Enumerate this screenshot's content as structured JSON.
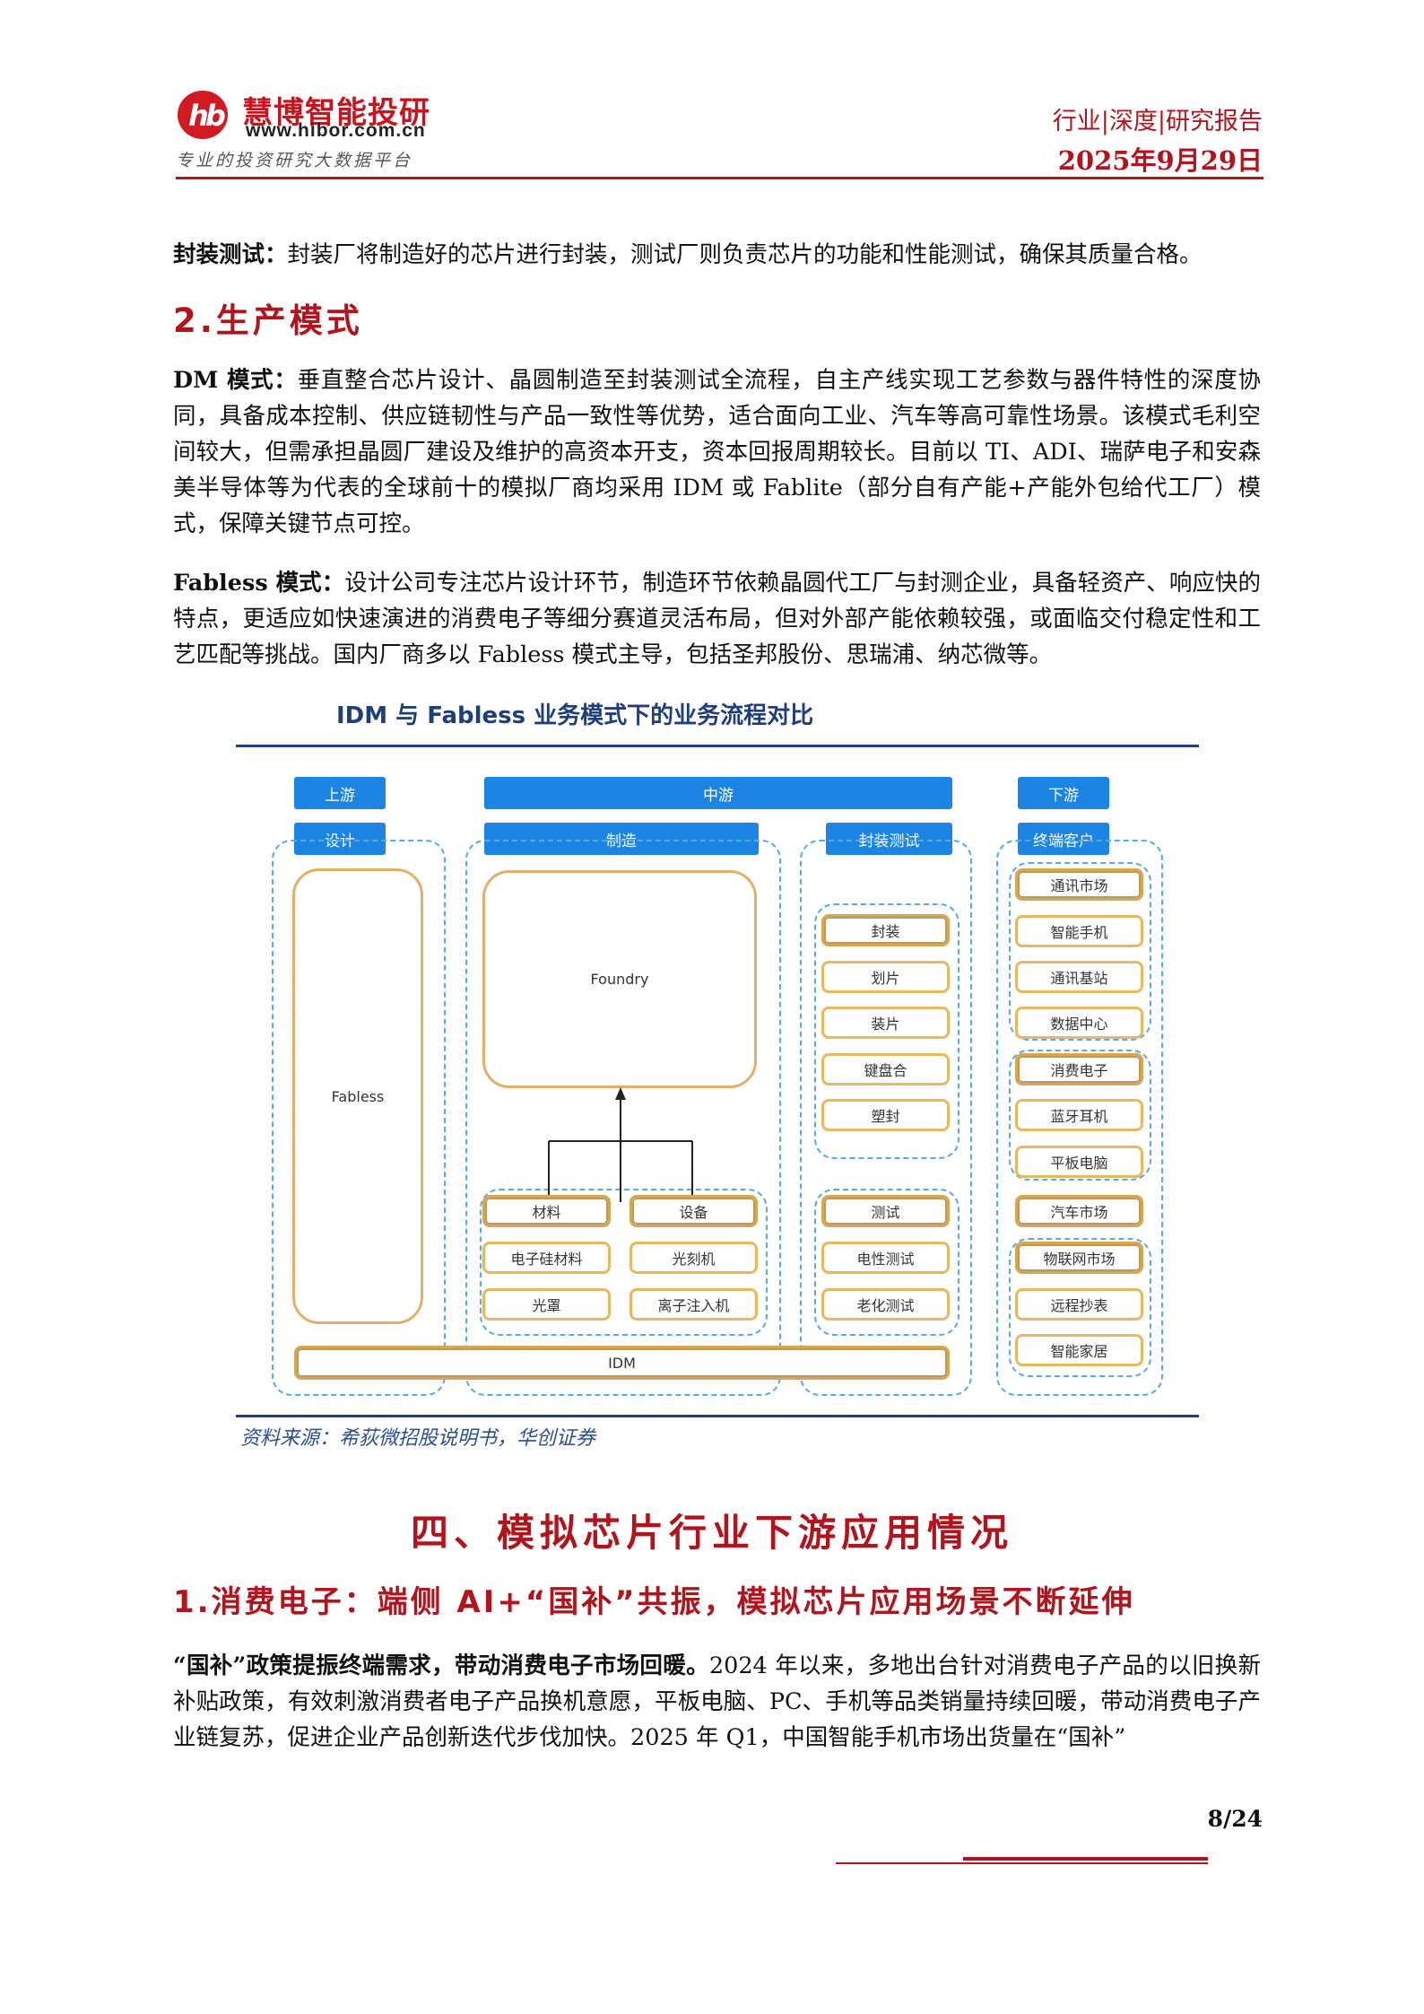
{
  "header": {
    "logo_name": "慧博智能投研",
    "logo_url": "www.hibor.com.cn",
    "logo_slogan": "专业的投资研究大数据平台",
    "report_type": "行业|深度|研究报告",
    "report_date": "2025年9月29日"
  },
  "content": {
    "p_package": {
      "label": "封装测试：",
      "text": "封装厂将制造好的芯片进行封装，测试厂则负责芯片的功能和性能测试，确保其质量合格。"
    },
    "h_production": "2.生产模式",
    "p_idm": {
      "label": "DM 模式：",
      "text": "垂直整合芯片设计、晶圆制造至封装测试全流程，自主产线实现工艺参数与器件特性的深度协同，具备成本控制、供应链韧性与产品一致性等优势，适合面向工业、汽车等高可靠性场景。该模式毛利空间较大，但需承担晶圆厂建设及维护的高资本开支，资本回报周期较长。目前以 TI、ADI、瑞萨电子和安森美半导体等为代表的全球前十的模拟厂商均采用 IDM 或 Fablite（部分自有产能+产能外包给代工厂）模式，保障关键节点可控。"
    },
    "p_fabless": {
      "label": "Fabless 模式：",
      "text": "设计公司专注芯片设计环节，制造环节依赖晶圆代工厂与封测企业，具备轻资产、响应快的特点，更适应如快速演进的消费电子等细分赛道灵活布局，但对外部产能依赖较强，或面临交付稳定性和工艺匹配等挑战。国内厂商多以 Fabless 模式主导，包括圣邦股份、思瑞浦、纳芯微等。"
    },
    "h_section4": "四、模拟芯片行业下游应用情况",
    "h_consumer": "1.消费电子：端侧 AI+“国补”共振，模拟芯片应用场景不断延伸",
    "p_subsidy": {
      "label": "“国补”政策提振终端需求，带动消费电子市场回暖。",
      "text": "2024 年以来，多地出台针对消费电子产品的以旧换新补贴政策，有效刺激消费者电子产品换机意愿，平板电脑、PC、手机等品类销量持续回暖，带动消费电子产业链复苏，促进企业产品创新迭代步伐加快。2025 年 Q1，中国智能手机市场出货量在“国补”"
    }
  },
  "figure": {
    "title": "IDM 与 Fabless 业务模式下的业务流程对比",
    "source": "资料来源：希荻微招股说明书，华创证券",
    "zones": {
      "upstream": "上游",
      "midstream": "中游",
      "downstream": "下游"
    },
    "stages": {
      "design": "设计",
      "manufacturing": "制造",
      "packaging_testing": "封装测试",
      "end_customer": "终端客户"
    },
    "fabless": "Fabless",
    "foundry": "Foundry",
    "idm": "IDM",
    "materials": {
      "title": "材料",
      "items": [
        "电子硅材料",
        "光罩"
      ]
    },
    "equipment": {
      "title": "设备",
      "items": [
        "光刻机",
        "离子注入机"
      ]
    },
    "packaging": {
      "title": "封装",
      "items": [
        "划片",
        "装片",
        "键盘合",
        "塑封"
      ]
    },
    "testing": {
      "title": "测试",
      "items": [
        "电性测试",
        "老化测试"
      ]
    },
    "customers": [
      {
        "title": "通讯市场",
        "items": [
          "智能手机",
          "通讯基站",
          "数据中心"
        ]
      },
      {
        "title": "消费电子",
        "items": [
          "蓝牙耳机",
          "平板电脑"
        ]
      },
      {
        "title": "汽车市场",
        "items": []
      },
      {
        "title": "物联网市场",
        "items": [
          "远程抄表",
          "智能家居"
        ]
      }
    ]
  },
  "footer": {
    "page": "8/24"
  }
}
